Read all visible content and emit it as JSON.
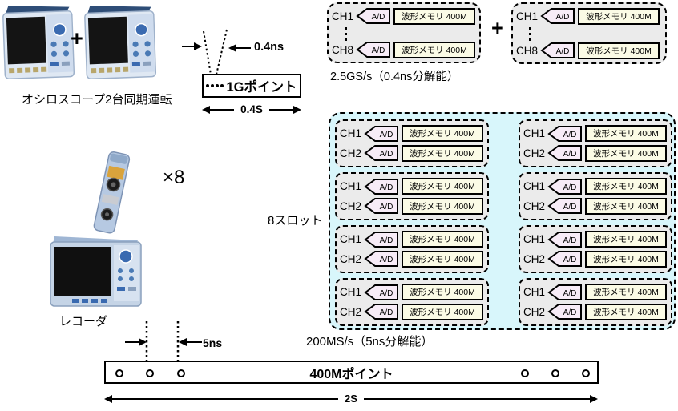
{
  "labels": {
    "ch1": "CH1",
    "ch2": "CH2",
    "ch8": "CH8",
    "ad": "A/D",
    "mem": "波形メモリ 400M",
    "plus": "+"
  },
  "scope_system": {
    "caption": "オシロスコープ2台同期運転",
    "sample_interval": "0.4ns",
    "memory_points": "1Gポイント",
    "record_duration": "0.4S",
    "rate_caption": "2.5GS/s（0.4ns分解能）"
  },
  "recorder_system": {
    "module_multiplier": "×8",
    "recorder_caption": "レコーダ",
    "slots_caption": "8スロット",
    "rate_caption": "200MS/s（5ns分解能）",
    "sample_interval": "5ns",
    "memory_points": "400Mポイント",
    "record_duration": "2S",
    "slot_count": 8,
    "channels_per_slot": 2
  },
  "colors": {
    "slot_bg": "#ebebeb",
    "system_bg": "#d8f6fb",
    "ad_fill": "#f7ecf7",
    "memory_fill": "#fbfbe6",
    "line": "#000000"
  }
}
